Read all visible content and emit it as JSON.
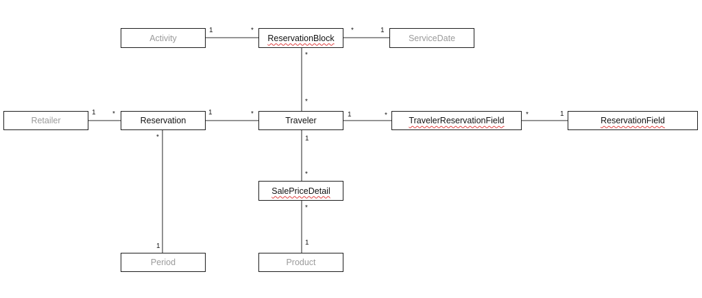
{
  "classes": {
    "activity": {
      "name": "Activity",
      "style": "secondary"
    },
    "reservation_block": {
      "name": "ReservationBlock",
      "style": "primary"
    },
    "service_date": {
      "name": "ServiceDate",
      "style": "secondary"
    },
    "retailer": {
      "name": "Retailer",
      "style": "secondary"
    },
    "reservation": {
      "name": "Reservation",
      "style": "primary"
    },
    "traveler": {
      "name": "Traveler",
      "style": "primary"
    },
    "traveler_reservation_field": {
      "name": "TravelerReservationField",
      "style": "primary"
    },
    "reservation_field": {
      "name": "ReservationField",
      "style": "primary"
    },
    "sale_price_detail": {
      "name": "SalePriceDetail",
      "style": "primary"
    },
    "period": {
      "name": "Period",
      "style": "secondary"
    },
    "product": {
      "name": "Product",
      "style": "secondary"
    }
  },
  "associations": [
    {
      "from": "Activity",
      "to": "ReservationBlock",
      "from_mult": "1",
      "to_mult": "*"
    },
    {
      "from": "ReservationBlock",
      "to": "ServiceDate",
      "from_mult": "*",
      "to_mult": "1"
    },
    {
      "from": "ReservationBlock",
      "to": "Traveler",
      "from_mult": "*",
      "to_mult": "*"
    },
    {
      "from": "Retailer",
      "to": "Reservation",
      "from_mult": "1",
      "to_mult": "*"
    },
    {
      "from": "Reservation",
      "to": "Traveler",
      "from_mult": "1",
      "to_mult": "*"
    },
    {
      "from": "Traveler",
      "to": "TravelerReservationField",
      "from_mult": "1",
      "to_mult": "*"
    },
    {
      "from": "TravelerReservationField",
      "to": "ReservationField",
      "from_mult": "*",
      "to_mult": "1"
    },
    {
      "from": "Traveler",
      "to": "SalePriceDetail",
      "from_mult": "1",
      "to_mult": "*"
    },
    {
      "from": "SalePriceDetail",
      "to": "Product",
      "from_mult": "*",
      "to_mult": "1"
    },
    {
      "from": "Reservation",
      "to": "Period",
      "from_mult": "*",
      "to_mult": "1"
    }
  ],
  "colors": {
    "line": "#555555",
    "border": "#1a1a1a",
    "primary_text": "#111111",
    "secondary_text": "#9a9a9a",
    "spellcheck_underline": "#e03c3c"
  }
}
